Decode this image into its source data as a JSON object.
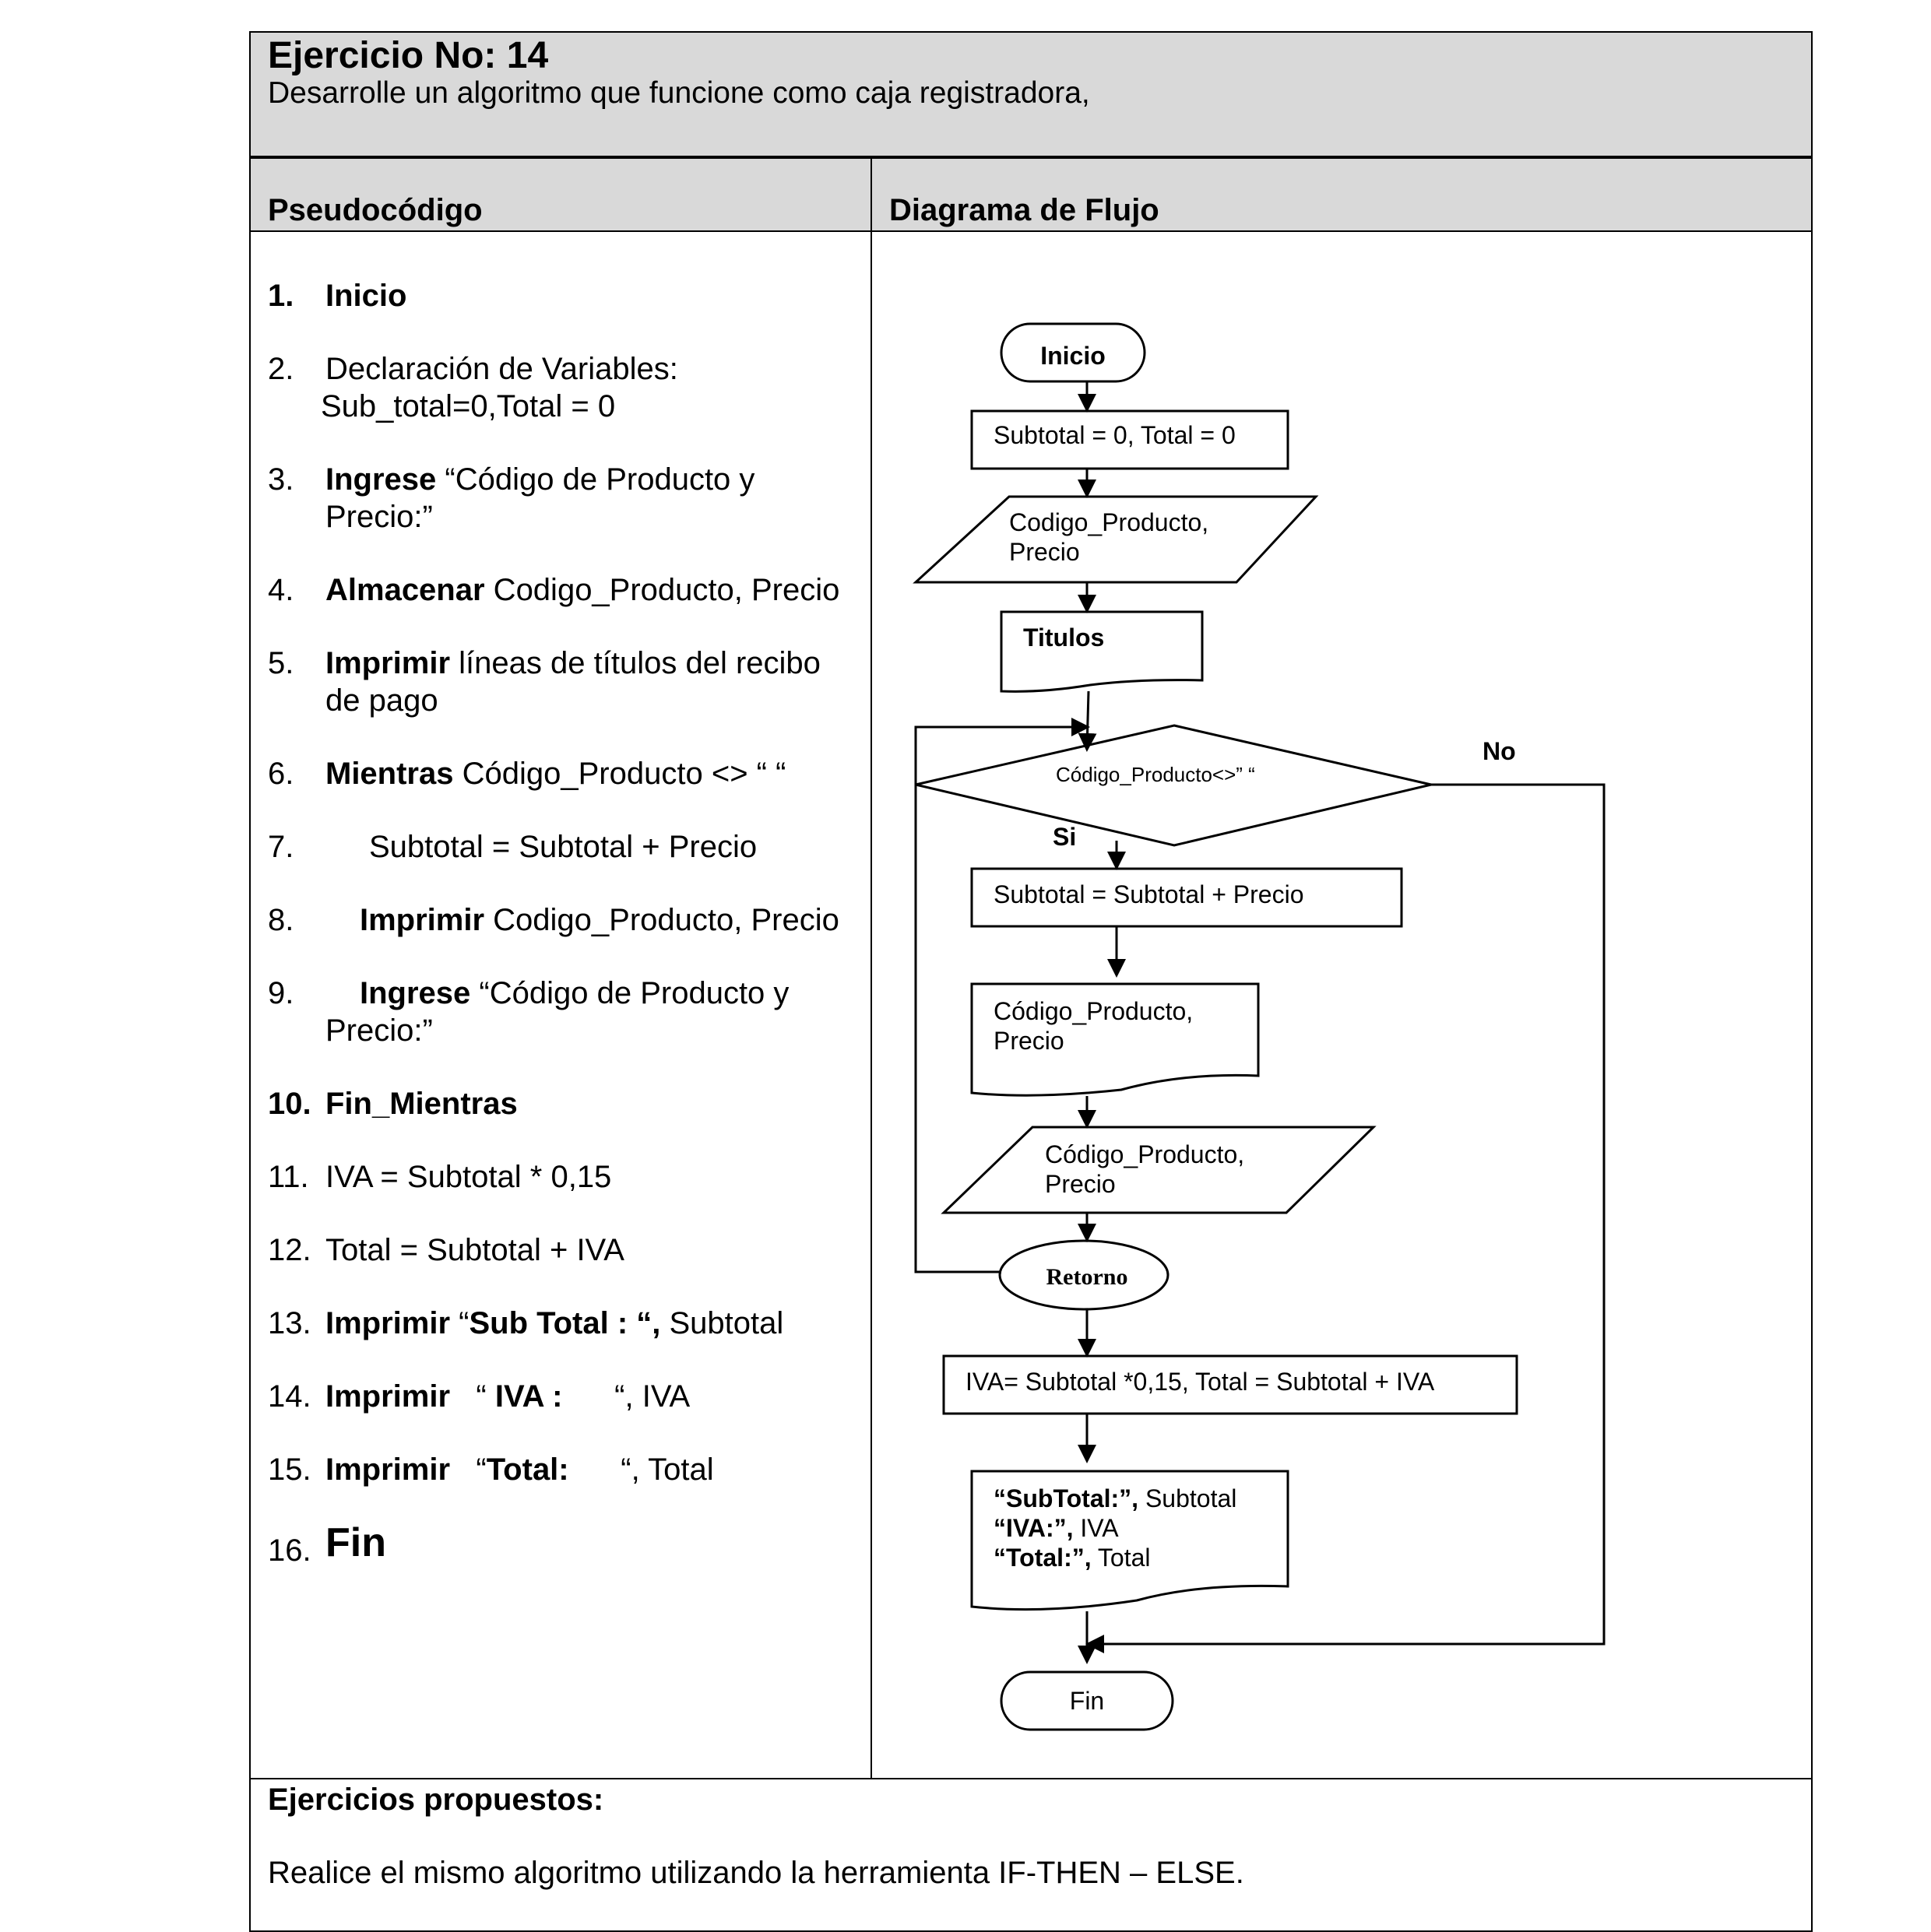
{
  "header": {
    "title": "Ejercicio No: 14",
    "description": "Desarrolle un algoritmo que funcione como caja registradora,"
  },
  "columns": {
    "left_title": "Pseudocódigo",
    "right_title": "Diagrama de Flujo"
  },
  "pseudocode": [
    {
      "num": "1.",
      "bold": "Inicio",
      "text": ""
    },
    {
      "num": "2.",
      "bold": "",
      "text": "Declaración de Variables:",
      "line2": "Sub_total=0,Total = 0"
    },
    {
      "num": "3.",
      "bold": "Ingrese",
      "text": " “Código de Producto y",
      "line2": "Precio:”"
    },
    {
      "num": "4.",
      "bold": "Almacenar",
      "text": " Codigo_Producto, Precio"
    },
    {
      "num": "5.",
      "bold": "Imprimir",
      "text": " líneas de títulos del recibo",
      "line2": "de pago"
    },
    {
      "num": "6.",
      "bold": "Mientras",
      "text": " Código_Producto <> “      “"
    },
    {
      "num": "7.",
      "bold": "",
      "text": "Subtotal = Subtotal + Precio"
    },
    {
      "num": "8.",
      "bold": "Imprimir",
      "text": " Codigo_Producto, Precio"
    },
    {
      "num": "9.",
      "bold": "Ingrese",
      "text": " “Código de Producto y",
      "line2": "Precio:”"
    },
    {
      "num": "10.",
      "bold": "Fin_Mientras",
      "text": ""
    },
    {
      "num": "11.",
      "bold": "",
      "text": "IVA = Subtotal * 0,15"
    },
    {
      "num": "12.",
      "bold": "",
      "text": "Total = Subtotal + IVA"
    },
    {
      "num": "13.",
      "bold": "Imprimir",
      "text": " “",
      "bold2": "Sub Total : “,",
      "text2": " Subtotal"
    },
    {
      "num": "14.",
      "bold": "Imprimir",
      "text": "   “ ",
      "bold2": "IVA :",
      "text2": "      “, IVA"
    },
    {
      "num": "15.",
      "bold": "Imprimir",
      "text": "   “",
      "bold2": "Total:",
      "text2": "      “, Total"
    },
    {
      "num": "16.",
      "bold": "Fin",
      "text": ""
    }
  ],
  "flowchart": {
    "start": "Inicio",
    "init": "Subtotal = 0, Total = 0",
    "input1": [
      "Codigo_Producto,",
      "Precio"
    ],
    "titles": "Titulos",
    "condition": "Código_Producto<>”  “",
    "yes_label": "Si",
    "no_label": "No",
    "accumulate": "Subtotal = Subtotal + Precio",
    "print_item": [
      "Código_Producto,",
      "Precio"
    ],
    "input2": [
      "Código_Producto,",
      "Precio"
    ],
    "return": "Retorno",
    "calc": "IVA= Subtotal *0,15, Total = Subtotal + IVA",
    "output": [
      {
        "bold": "“SubTotal:”,",
        "text": " Subtotal"
      },
      {
        "bold": "“IVA:”,",
        "text": " IVA"
      },
      {
        "bold": "“Total:”,",
        "text": " Total"
      }
    ],
    "end": "Fin"
  },
  "footer": {
    "title": "Ejercicios propuestos:",
    "text": "Realice el mismo algoritmo utilizando la herramienta IF-THEN – ELSE."
  }
}
